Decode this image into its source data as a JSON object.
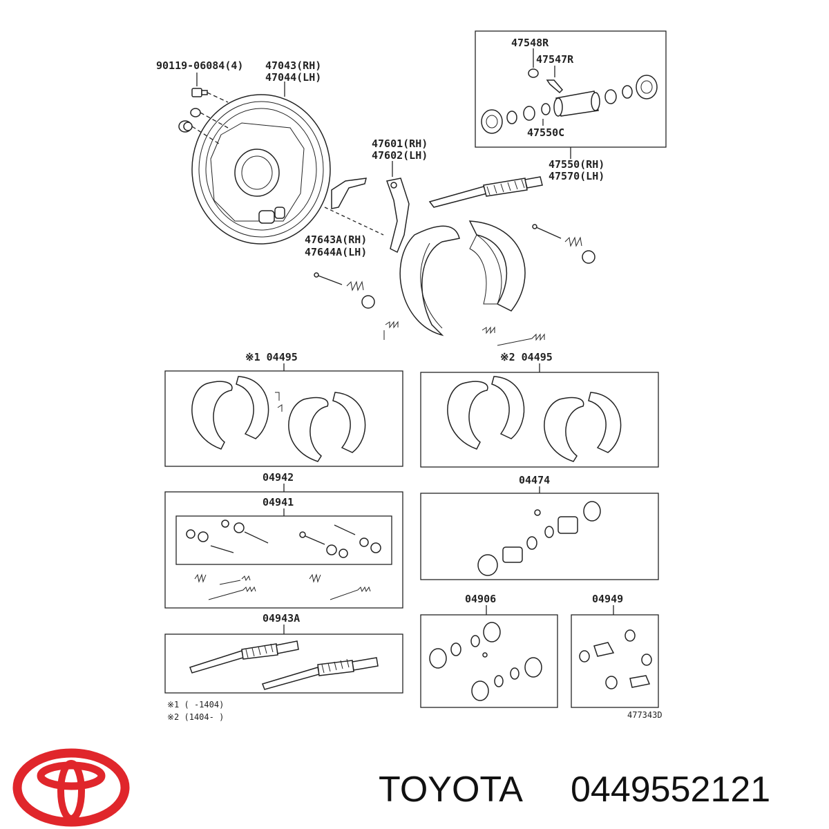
{
  "diagram": {
    "labels": {
      "p90119": "90119-06084(4)",
      "p47043": "47043(RH)",
      "p47044": "47044(LH)",
      "p47548r": "47548R",
      "p47547r": "47547R",
      "p47550c": "47550C",
      "p47550": "47550(RH)",
      "p47570": "47570(LH)",
      "p47601": "47601(RH)",
      "p47602": "47602(LH)",
      "p47643a": "47643A(RH)",
      "p47644a": "47644A(LH)",
      "kit1": "※1 04495",
      "kit2": "※2 04495",
      "p04942": "04942",
      "p04941": "04941",
      "p04474": "04474",
      "p04943a": "04943A",
      "p04906": "04906",
      "p04949": "04949",
      "note1": "※1 (     -1404)",
      "note2": "※2 (1404-      )",
      "drawing_no": "477343D"
    }
  },
  "branding": {
    "logo": "toyota-logo",
    "brand": "TOYOTA",
    "part_number": "0449552121",
    "logo_color": "#e0262b"
  }
}
